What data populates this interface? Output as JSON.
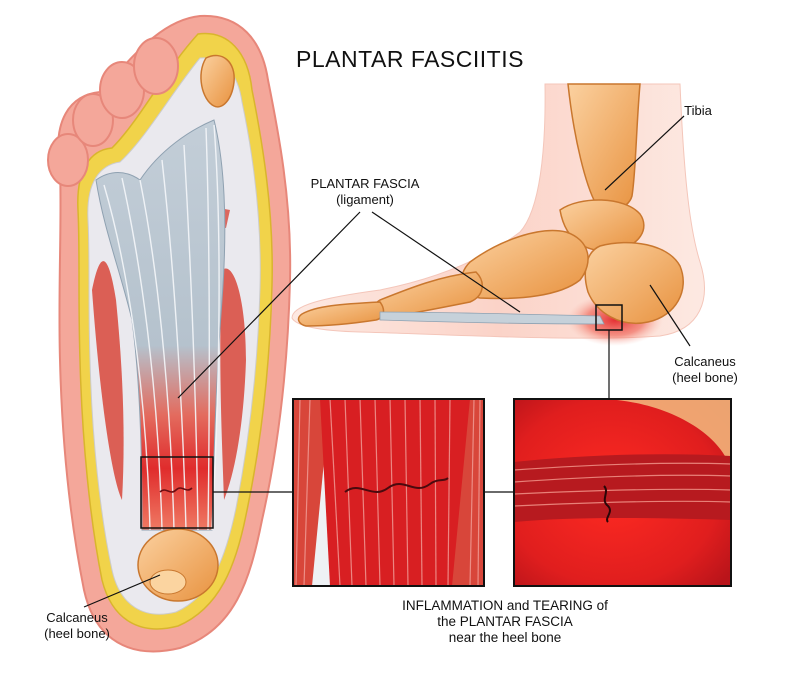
{
  "title": "PLANTAR FASCIITIS",
  "labels": {
    "plantar_fascia": "PLANTAR FASCIA",
    "ligament": "(ligament)",
    "tibia": "Tibia",
    "calcaneus_right": "Calcaneus",
    "heel_bone_right": "(heel bone)",
    "calcaneus_left": "Calcaneus",
    "heel_bone_left": "(heel bone)"
  },
  "caption": {
    "line1": "INFLAMMATION and TEARING of",
    "line2": "the PLANTAR FASCIA",
    "line3": "near the heel bone"
  },
  "colors": {
    "skin": "#f4a79a",
    "skin_light": "#fde6df",
    "fat_yellow": "#f1d34a",
    "tendon": "#b8c6d2",
    "muscle": "#d8463a",
    "inflamed": "#e3262a",
    "bone": "#f0a95a",
    "bone_light": "#fbd4a0"
  }
}
